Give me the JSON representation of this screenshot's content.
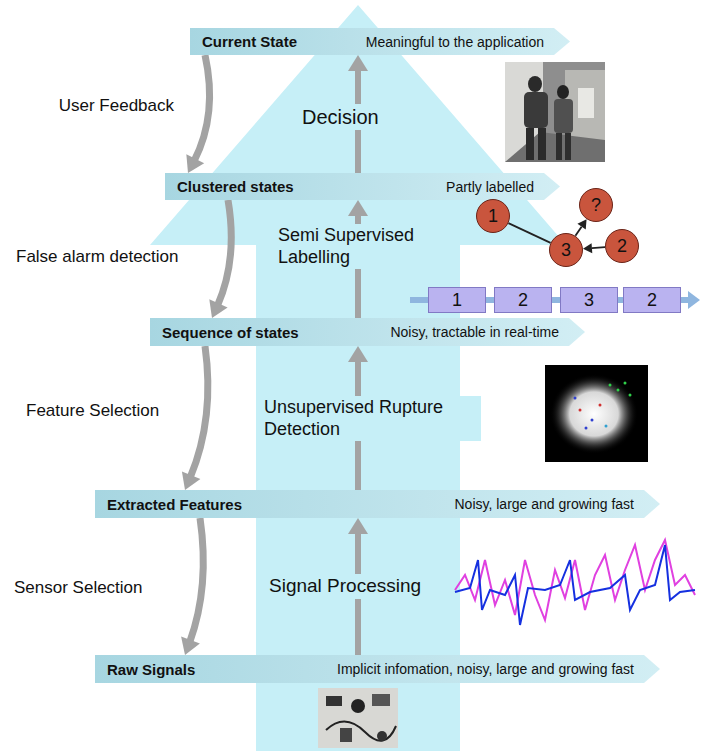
{
  "diagram": {
    "nodes": [
      {
        "text": [
          "Current State",
          "Meaningful to the application"
        ]
      },
      {
        "text": [
          "Clustered states",
          "Partly labelled"
        ]
      },
      {
        "text": [
          "1"
        ]
      },
      {
        "text": [
          "?"
        ]
      },
      {
        "text": [
          "3"
        ]
      },
      {
        "text": [
          "2"
        ]
      },
      {
        "text": [
          "1"
        ]
      },
      {
        "text": [
          "2"
        ]
      },
      {
        "text": [
          "3"
        ]
      },
      {
        "text": [
          "2"
        ]
      },
      {
        "text": [
          "Sequence of states",
          "Noisy, tractable in real-time"
        ]
      },
      {
        "text": [
          "Extracted Features",
          "Noisy, large and growing fast"
        ]
      },
      {
        "text": [
          "Raw Signals",
          "Implicit infomation, noisy, large and growing fast"
        ]
      }
    ],
    "edges": [
      {
        "from": 2,
        "to": 4,
        "arrow": "none"
      },
      {
        "from": 4,
        "to": 3,
        "arrow": "to"
      },
      {
        "from": 5,
        "to": 4,
        "arrow": "to"
      },
      {
        "from": 0,
        "to": 1,
        "label": "User Feedback",
        "arrow": "to"
      },
      {
        "from": 1,
        "to": 10,
        "label": "False alarm detection",
        "arrow": "to"
      },
      {
        "from": 10,
        "to": 11,
        "label": "Feature Selection",
        "arrow": "to"
      },
      {
        "from": 11,
        "to": 12,
        "label": "Sensor Selection",
        "arrow": "to"
      },
      {
        "from": 12,
        "to": 11,
        "label": "Signal Processing",
        "arrow": "to"
      },
      {
        "from": 11,
        "to": 10,
        "label": "Unsupervised Rupture Detection",
        "arrow": "to"
      },
      {
        "from": 10,
        "to": 1,
        "label": "Semi Supervised Labelling",
        "arrow": "to"
      },
      {
        "from": 1,
        "to": 0,
        "label": "Decision",
        "arrow": "to"
      }
    ]
  }
}
